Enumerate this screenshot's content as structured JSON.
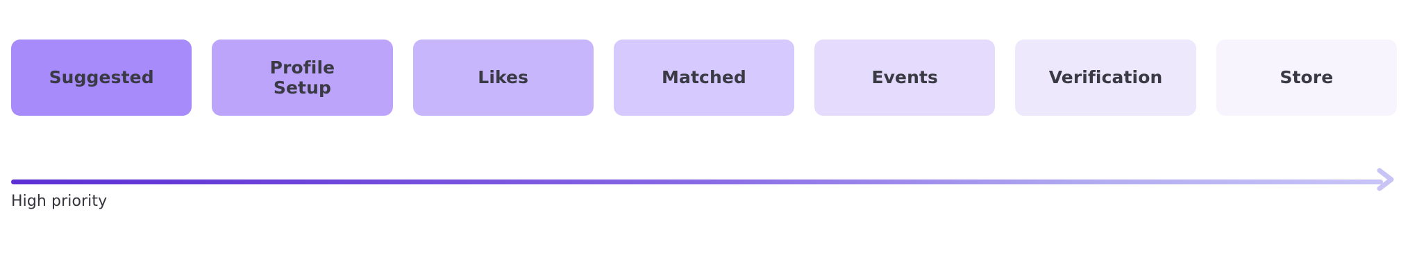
{
  "background_color": "#FFFFFF",
  "cards": [
    {
      "label": "Suggested",
      "color": "#A78BFA",
      "text_color": "#3A3A44"
    },
    {
      "label": "Profile\nSetup",
      "color": "#BCA4FB",
      "text_color": "#3A3A44"
    },
    {
      "label": "Likes",
      "color": "#C8B6FC",
      "text_color": "#3A3A44"
    },
    {
      "label": "Matched",
      "color": "#D6C9FD",
      "text_color": "#3A3A44"
    },
    {
      "label": "Events",
      "color": "#E4DBFD",
      "text_color": "#3A3A44"
    },
    {
      "label": "Verification",
      "color": "#EEE8FD",
      "text_color": "#3A3A44"
    },
    {
      "label": "Store",
      "color": "#F7F4FE",
      "text_color": "#3A3A44"
    }
  ],
  "axis": {
    "caption": "High priority",
    "caption_color": "#33333B",
    "gradient_start_color": "#5B2FD4",
    "gradient_end_color": "#C9C4F6",
    "arrow_direction": "right"
  }
}
